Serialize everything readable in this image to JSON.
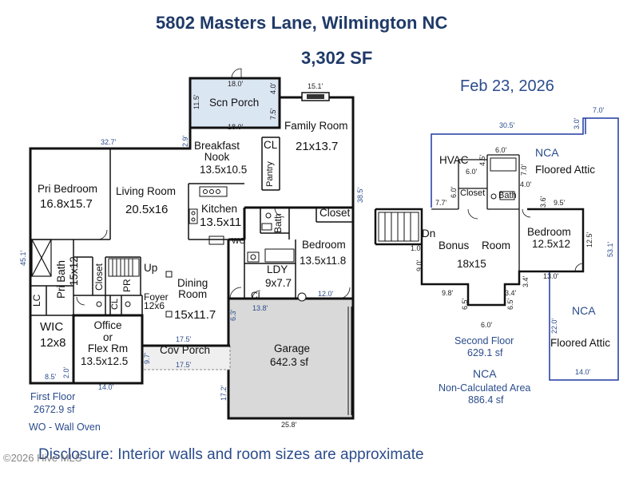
{
  "header": {
    "address": "5802 Masters Lane, Wilmington NC",
    "total_sf": "3,302 SF",
    "date": "Feb 23, 2026"
  },
  "first_floor": {
    "rooms": {
      "scn_porch": "Scn Porch",
      "family_room": "Family Room",
      "family_room_size": "21x13.7",
      "breakfast_nook": "Breakfast\nNook",
      "breakfast_nook_size": "13.5x10.5",
      "cl_top": "CL",
      "pantry": "Pantry",
      "pri_bedroom": "Pri Bedroom",
      "pri_bedroom_size": "16.8x15.7",
      "living_room": "Living Room",
      "living_room_size": "20.5x16",
      "kitchen": "Kitchen",
      "kitchen_size": "13.5x11",
      "wo": "WO",
      "bath": "Bath",
      "closet": "Closet",
      "bedroom": "Bedroom",
      "bedroom_size": "13.5x11.8",
      "ldy": "LDY",
      "ldy_size": "9x7.7",
      "cl_ldy": "CL",
      "pri_bath": "Pri Bath",
      "pri_bath_size": "15x12",
      "closet_vert": "Closet",
      "pr": "PR",
      "up": "Up",
      "dining_room": "Dining\nRoom",
      "dining_room_size": "15x11.7",
      "foyer": "Foyer",
      "foyer_size": "12x6",
      "lc": "LC",
      "cl_small": "CL",
      "wic": "WIC",
      "wic_size": "12x8",
      "office": "Office\nor\nFlex Rm",
      "office_size": "13.5x12.5",
      "cov_porch": "Cov Porch",
      "garage": "Garage",
      "garage_size": "642.3 sf"
    },
    "dims": {
      "d18_top": "18.0'",
      "d4_0": "4.0'",
      "d11_5": "11.5'",
      "d7_5": "7.5'",
      "d18_bot": "18.0'",
      "d15_1": "15.1'",
      "d32_7": "32.7'",
      "d2_9": "2.9'",
      "d38_5": "38.5'",
      "d45_1": "45.1'",
      "d12_0": "12.0'",
      "d13_8": "13.8'",
      "d6_3": "6.3'",
      "d17_5a": "17.5'",
      "d17_5b": "17.5'",
      "d9_7": "9.7'",
      "d8_5": "8.5'",
      "d2_0": "2.0'",
      "d14_0": "14.0'",
      "d17_2": "17.2'",
      "d25_8": "25.8'"
    },
    "label": "First Floor",
    "area": "2672.9 sf",
    "legend": "WO - Wall Oven"
  },
  "second_floor": {
    "rooms": {
      "hvac": "HVAC",
      "nca_top": "NCA",
      "floored_attic_top": "Floored Attic",
      "closet": "Closet",
      "bath": "Bath",
      "dn": "Dn",
      "bonus": "Bonus",
      "room": "Room",
      "bonus_size": "18x15",
      "bedroom": "Bedroom",
      "bedroom_size": "12.5x12",
      "nca_right": "NCA",
      "floored_attic_right": "Floored Attic"
    },
    "dims": {
      "d7_0": "7.0'",
      "d30_5": "30.5'",
      "d3_0": "3.0'",
      "d6_0a": "6.0'",
      "d4_5": "4.5'",
      "d6_0b": "6.0'",
      "d7_0b": "7.0'",
      "d6_0c": "6.0'",
      "d4_0": "4.0'",
      "d7_7": "7.7'",
      "d3_6": "3.6'",
      "d9_5": "9.5'",
      "d53_1": "53.1'",
      "d12_5": "12.5'",
      "d1_0": "1.0'",
      "d9_0": "9.0'",
      "d3_4a": "3.4'",
      "d13_0": "13.0'",
      "d9_8": "9.8'",
      "d6_5a": "6.5'",
      "d3_4b": "3.4'",
      "d6_5b": "6.5'",
      "d6_0d": "6.0'",
      "d22_0": "22.0'",
      "d14_0": "14.0'"
    },
    "label": "Second Floor",
    "area": "629.1 sf",
    "nca_label": "NCA",
    "nca_desc": "Non-Calculated Area",
    "nca_area": "886.4 sf"
  },
  "footer": {
    "disclosure": "Disclosure:  Interior walls and room sizes are approximate",
    "watermark": "©2026 Hive MLS"
  },
  "colors": {
    "title": "#1f3a68",
    "label_blue": "#2b4c8c",
    "wall": "#111111",
    "outline_blue": "#1f3aa0",
    "porch_fill": "#dbe6f3",
    "garage_fill": "#d9d9d9"
  }
}
